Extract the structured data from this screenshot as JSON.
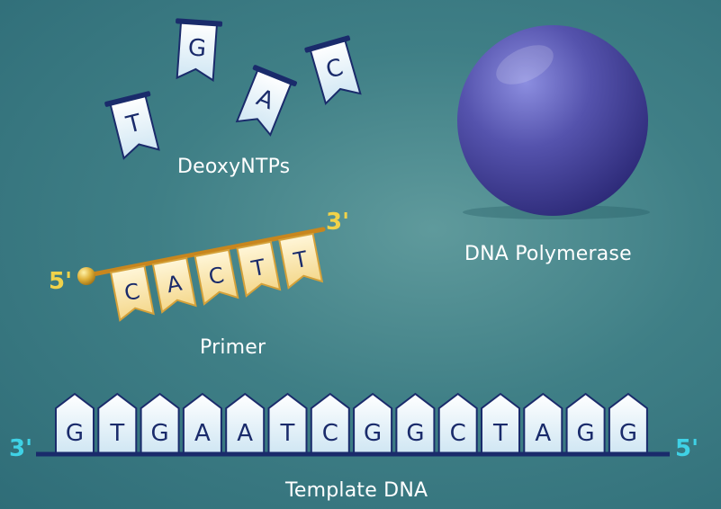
{
  "labels": {
    "deoxyntps": "DeoxyNTPs",
    "polymerase": "DNA Polymerase",
    "primer": "Primer",
    "template": "Template DNA"
  },
  "free_nucleotides": [
    "T",
    "G",
    "A",
    "C"
  ],
  "primer": {
    "bases": [
      "C",
      "A",
      "C",
      "T",
      "T"
    ],
    "end_5": "5'",
    "end_3": "3'"
  },
  "template": {
    "bases": [
      "G",
      "T",
      "G",
      "A",
      "A",
      "T",
      "C",
      "G",
      "G",
      "C",
      "T",
      "A",
      "G",
      "G"
    ],
    "end_left": "3'",
    "end_right": "5'"
  },
  "colors": {
    "background": "#3f7f86",
    "strand": "#1a2b6b",
    "nucleotide_fill": "#e8f4fb",
    "primer_fill": "#fbe9b8",
    "primer_stroke": "#d4a13a",
    "primer_backbone": "#c8861e",
    "end_label_template": "#3fd2e6",
    "end_label_primer": "#f0d24a",
    "polymerase": "#4d4aa0"
  }
}
